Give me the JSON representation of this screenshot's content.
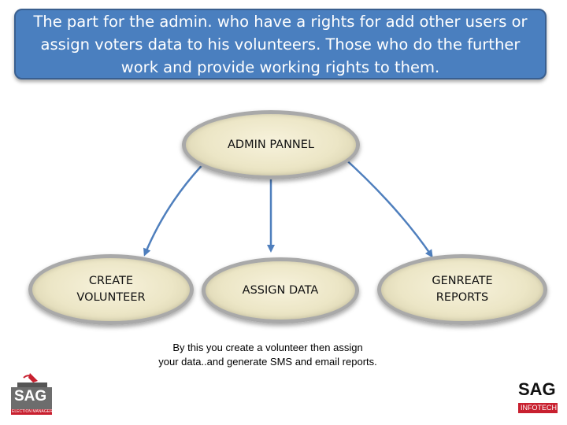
{
  "banner": {
    "text": "The part for the admin. who have a rights for add other users or\nassign voters data to his volunteers. Those who do the further\nwork and provide working rights to them."
  },
  "diagram": {
    "root": "ADMIN PANNEL",
    "children": [
      "CREATE\nVOLUNTEER",
      "ASSIGN DATA",
      "GENREATE\nREPORTS"
    ],
    "caption": "By this you create a volunteer  then assign\nyour data..and generate SMS and email reports."
  },
  "logos": {
    "left": {
      "word": "SAG",
      "sub": "ELECTION MANAGER"
    },
    "right": {
      "word": "SAG",
      "sub": "INFOTECH"
    }
  },
  "colors": {
    "banner": "#4a7fbf",
    "node_fill": "#ece6c6",
    "node_border": "#a9a9a9",
    "arrow": "#4f7fbd",
    "brand_red": "#c8202f"
  }
}
